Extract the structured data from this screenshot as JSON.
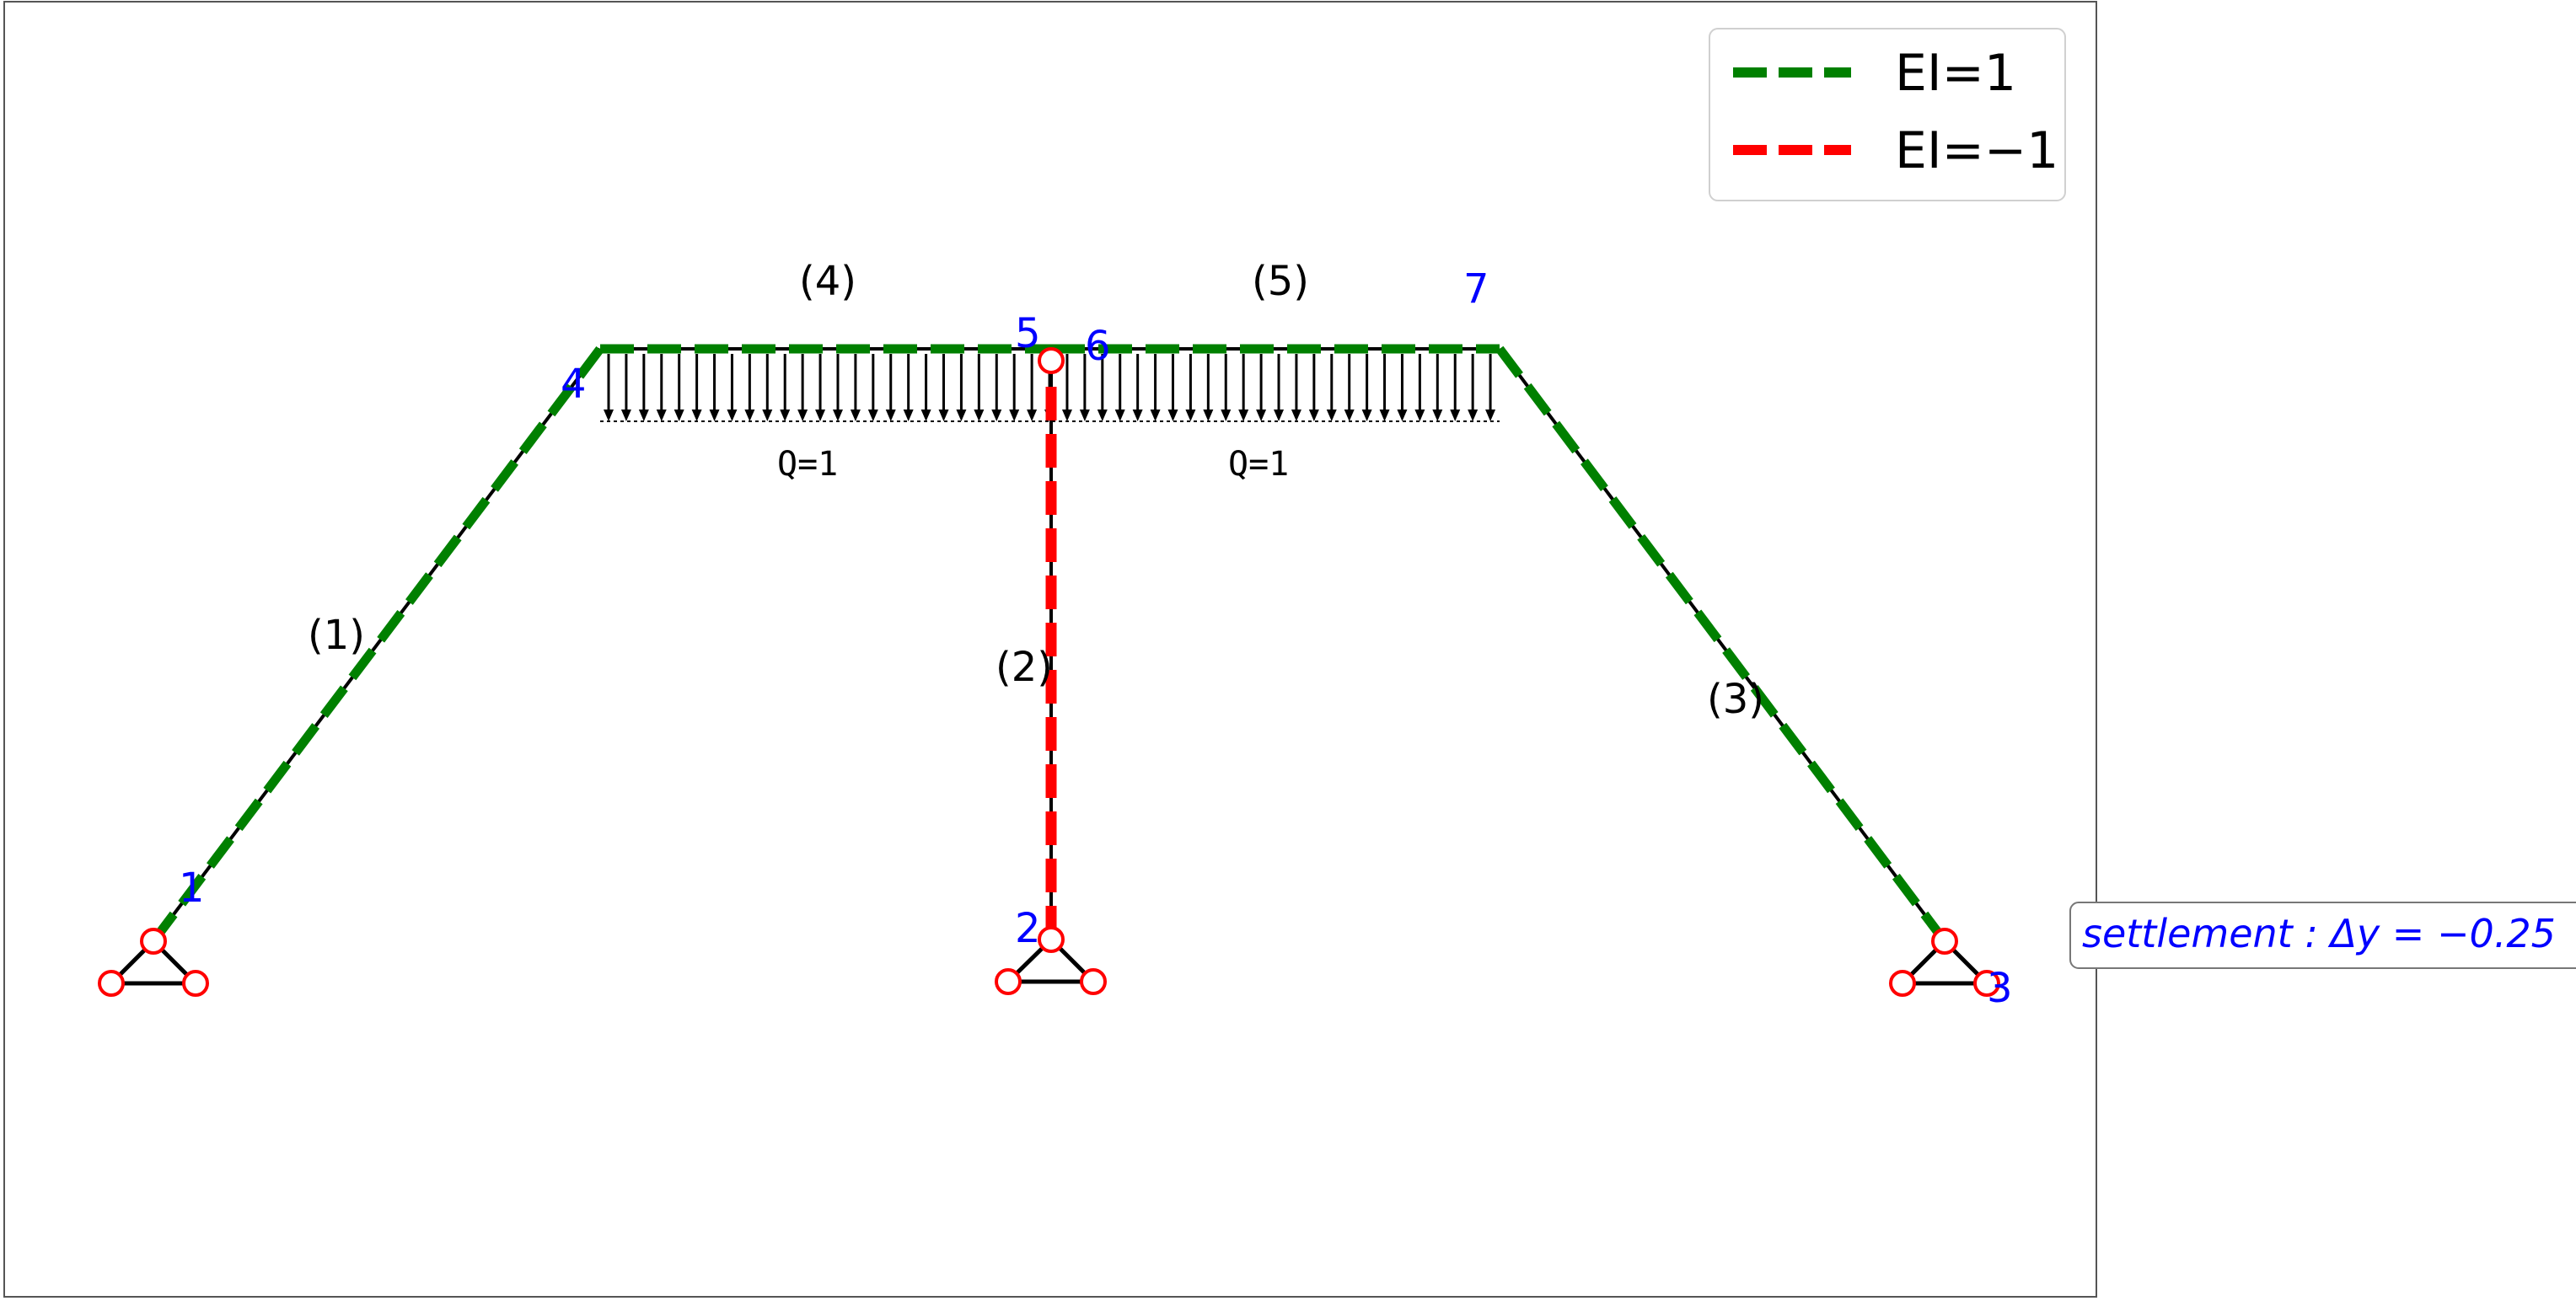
{
  "legend": {
    "items": [
      {
        "label": "EI=1",
        "color": "#008000"
      },
      {
        "label": "EI=−1",
        "color": "#ff0000"
      }
    ]
  },
  "nodes": [
    {
      "id": "1",
      "label": "1"
    },
    {
      "id": "2",
      "label": "2"
    },
    {
      "id": "3",
      "label": "3"
    },
    {
      "id": "4",
      "label": "4"
    },
    {
      "id": "5",
      "label": "5"
    },
    {
      "id": "6",
      "label": "6"
    },
    {
      "id": "7",
      "label": "7"
    }
  ],
  "elements": [
    {
      "id": "1",
      "label": "(1)",
      "ei": 1
    },
    {
      "id": "2",
      "label": "(2)",
      "ei": -1
    },
    {
      "id": "3",
      "label": "(3)",
      "ei": 1
    },
    {
      "id": "4",
      "label": "(4)",
      "ei": 1
    },
    {
      "id": "5",
      "label": "(5)",
      "ei": 1
    }
  ],
  "loads": [
    {
      "element": "4",
      "label": "Q=1"
    },
    {
      "element": "5",
      "label": "Q=1"
    }
  ],
  "annotations": {
    "settlement": "settlement : Δy = −0.25"
  },
  "colors": {
    "node_label": "#0000ff",
    "ei_positive": "#008000",
    "ei_negative": "#ff0000",
    "hinge": "#ff0000"
  }
}
